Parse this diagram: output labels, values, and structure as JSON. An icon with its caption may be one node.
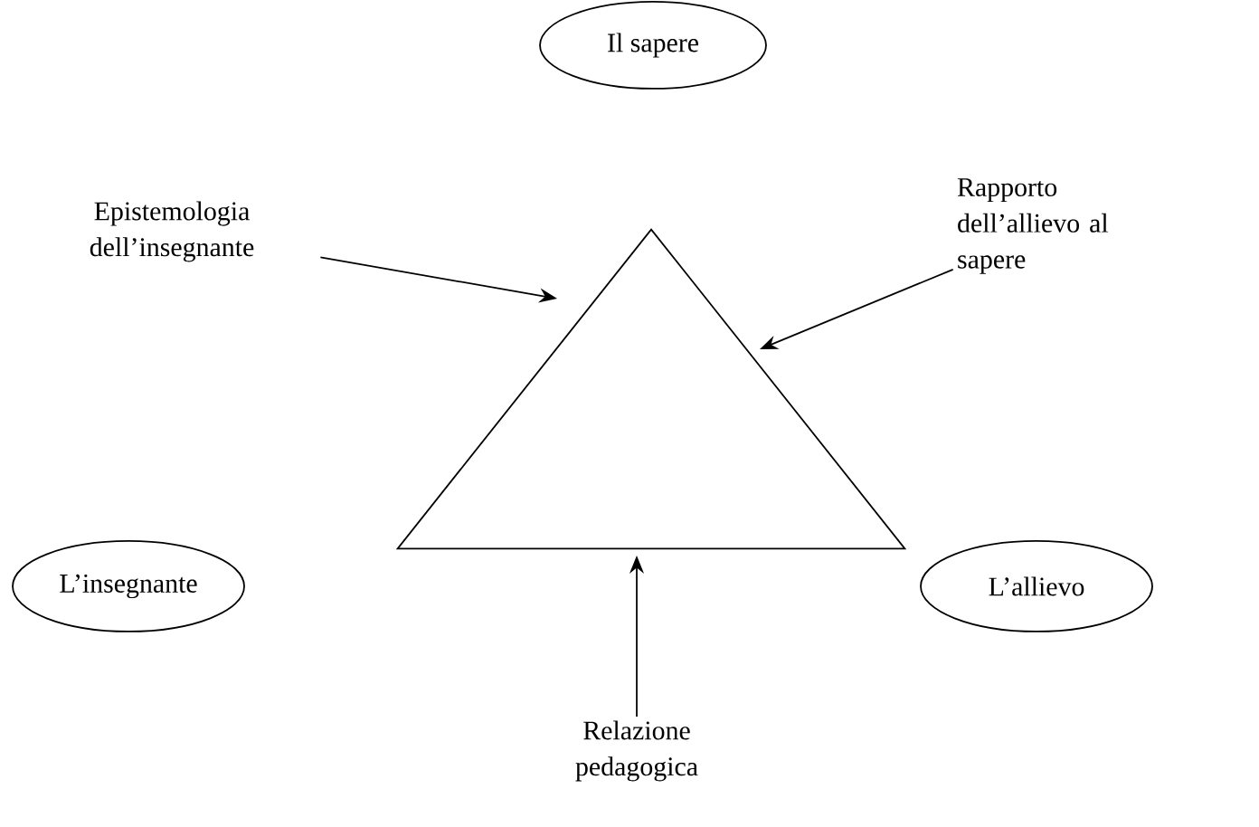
{
  "diagram": {
    "nodes": [
      {
        "text": [
          "Il sapere"
        ]
      },
      {
        "text": [
          "L’insegnante"
        ]
      },
      {
        "text": [
          "L’allievo"
        ]
      },
      {
        "text": [],
        "shape": "triangle"
      },
      {
        "text": [
          "Epistemologia dell’insegnante"
        ]
      },
      {
        "text": [
          "Rapporto dell’allievo al sapere"
        ]
      },
      {
        "text": [
          "Relazione pedagogica"
        ]
      }
    ],
    "edges": [
      {
        "from": 4,
        "to": 3,
        "arrow": "to"
      },
      {
        "from": 5,
        "to": 3,
        "arrow": "to"
      },
      {
        "from": 6,
        "to": 3,
        "arrow": "to"
      }
    ]
  }
}
